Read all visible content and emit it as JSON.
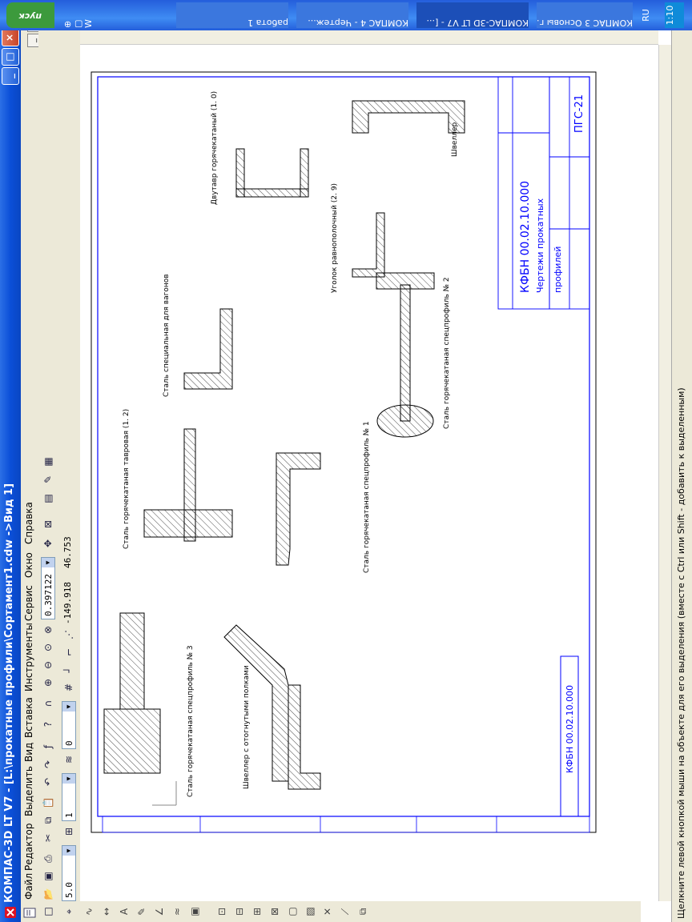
{
  "window": {
    "title": "КОМПАС-3D LT V7 - [L:\\прокатные профили\\Сортамент1.cdw ->Вид 1]"
  },
  "menu": [
    "Файл",
    "Редактор",
    "Выделить",
    "Вид",
    "Вставка",
    "Инструменты",
    "Сервис",
    "Окно",
    "Справка"
  ],
  "toolbar": {
    "scale_value": "0.397122",
    "layer_value": "0",
    "view_value": "1",
    "step_value": "5.0",
    "coord_x": "-149.918",
    "coord_y": "46.753"
  },
  "status": {
    "message": "Щелкните левой кнопкой мыши на объекте для его выделения (вместе с Ctrl или Shift - добавить к выделенным)"
  },
  "taskbar": {
    "start_label": "пуск",
    "tasks": [
      "работа 1",
      "КОМПАС 4 - Чертеж...",
      "КОМПАС-3D LT V7 - [...",
      "КОМПАС 3 Основы г..."
    ],
    "lang": "RU",
    "clock": "1:10"
  },
  "drawing": {
    "stamp_code": "КФБН 00.02.10.000",
    "stamp_code_top": "КФБН 00.02.10.000",
    "title_line1": "Чертежи прокатных",
    "title_line2": "профилей",
    "sheet_code": "ПГС-21",
    "labels": {
      "ibeam": "Двутавр горячекатаный (1. 0)",
      "channel": "Швеллер",
      "angle": "Уголок равнополочный (2. 9)",
      "special": "Сталь специальная для вагонов",
      "tee": "Сталь горячекатаная тавровая (1. 2)",
      "prof3": "Сталь горячекатаная спецпрофиль № 3",
      "prof1": "Сталь горячекатаная спецпрофиль № 1",
      "prof2": "Сталь горячекатаная спецпрофиль № 2",
      "bent_channel": "Швеллер с отогнутыми полками"
    }
  }
}
